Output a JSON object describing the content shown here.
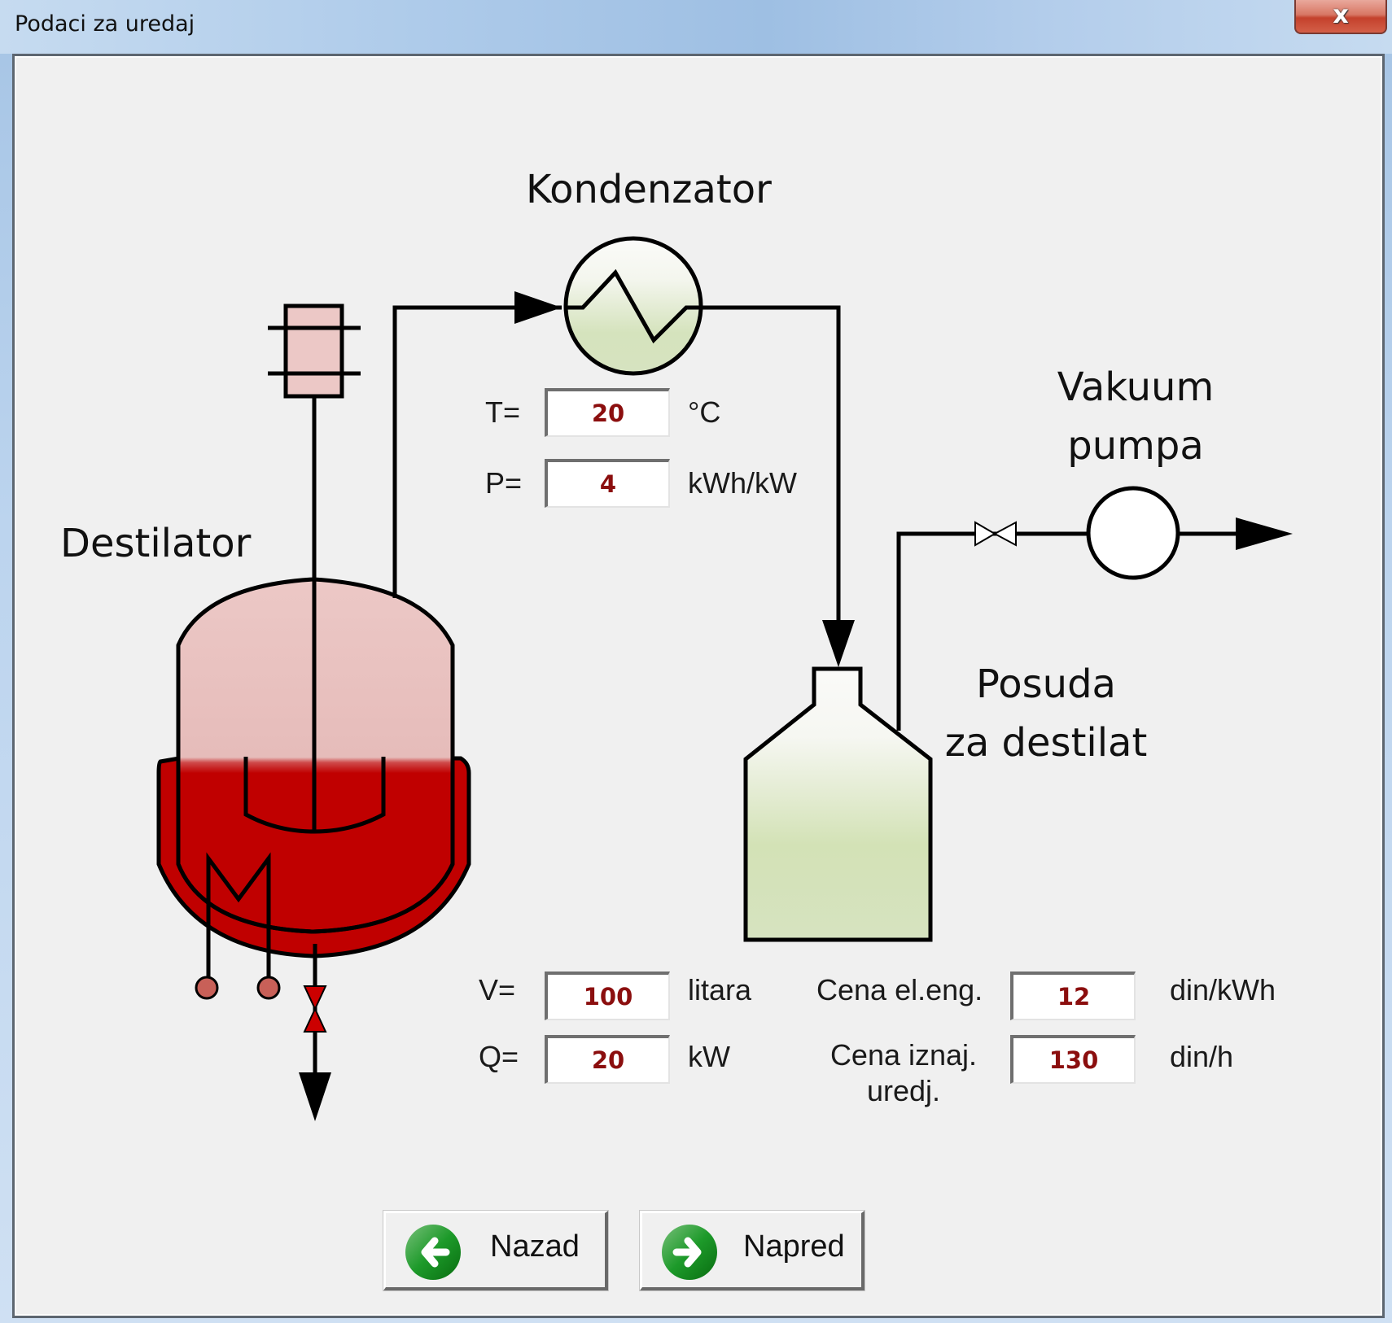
{
  "window": {
    "title": "Podaci za uredaj",
    "close_label": "x"
  },
  "diagram": {
    "destilator_label": "Destilator",
    "kondenzator_label": "Kondenzator",
    "vakuum_pumpa_label_line1": "Vakuum",
    "vakuum_pumpa_label_line2": "pumpa",
    "posuda_label_line1": "Posuda",
    "posuda_label_line2": "za destilat",
    "colors": {
      "reactor_vapor": "#e8c2c0",
      "reactor_liquid": "#c00000",
      "valve_red": "#cc0000",
      "heater_node": "#c86058",
      "condenser_top": "#fafaf8",
      "condenser_bottom": "#d3e2bb",
      "line": "#000000"
    }
  },
  "condenser_fields": {
    "t": {
      "label": "T=",
      "value": "20",
      "unit": "°C"
    },
    "p": {
      "label": "P=",
      "value": "4",
      "unit": "kWh/kW"
    }
  },
  "reactor_fields": {
    "v": {
      "label": "V=",
      "value": "100",
      "unit": "litara"
    },
    "q": {
      "label": "Q=",
      "value": "20",
      "unit": "kW"
    }
  },
  "cost_fields": {
    "electricity": {
      "label": "Cena el.eng.",
      "value": "12",
      "unit": "din/kWh"
    },
    "rental": {
      "label_line1": "Cena iznaj.",
      "label_line2": "uredj.",
      "value": "130",
      "unit": "din/h"
    }
  },
  "buttons": {
    "back": {
      "label": "Nazad",
      "icon": "arrow-left-icon"
    },
    "next": {
      "label": "Napred",
      "icon": "arrow-right-icon"
    }
  }
}
